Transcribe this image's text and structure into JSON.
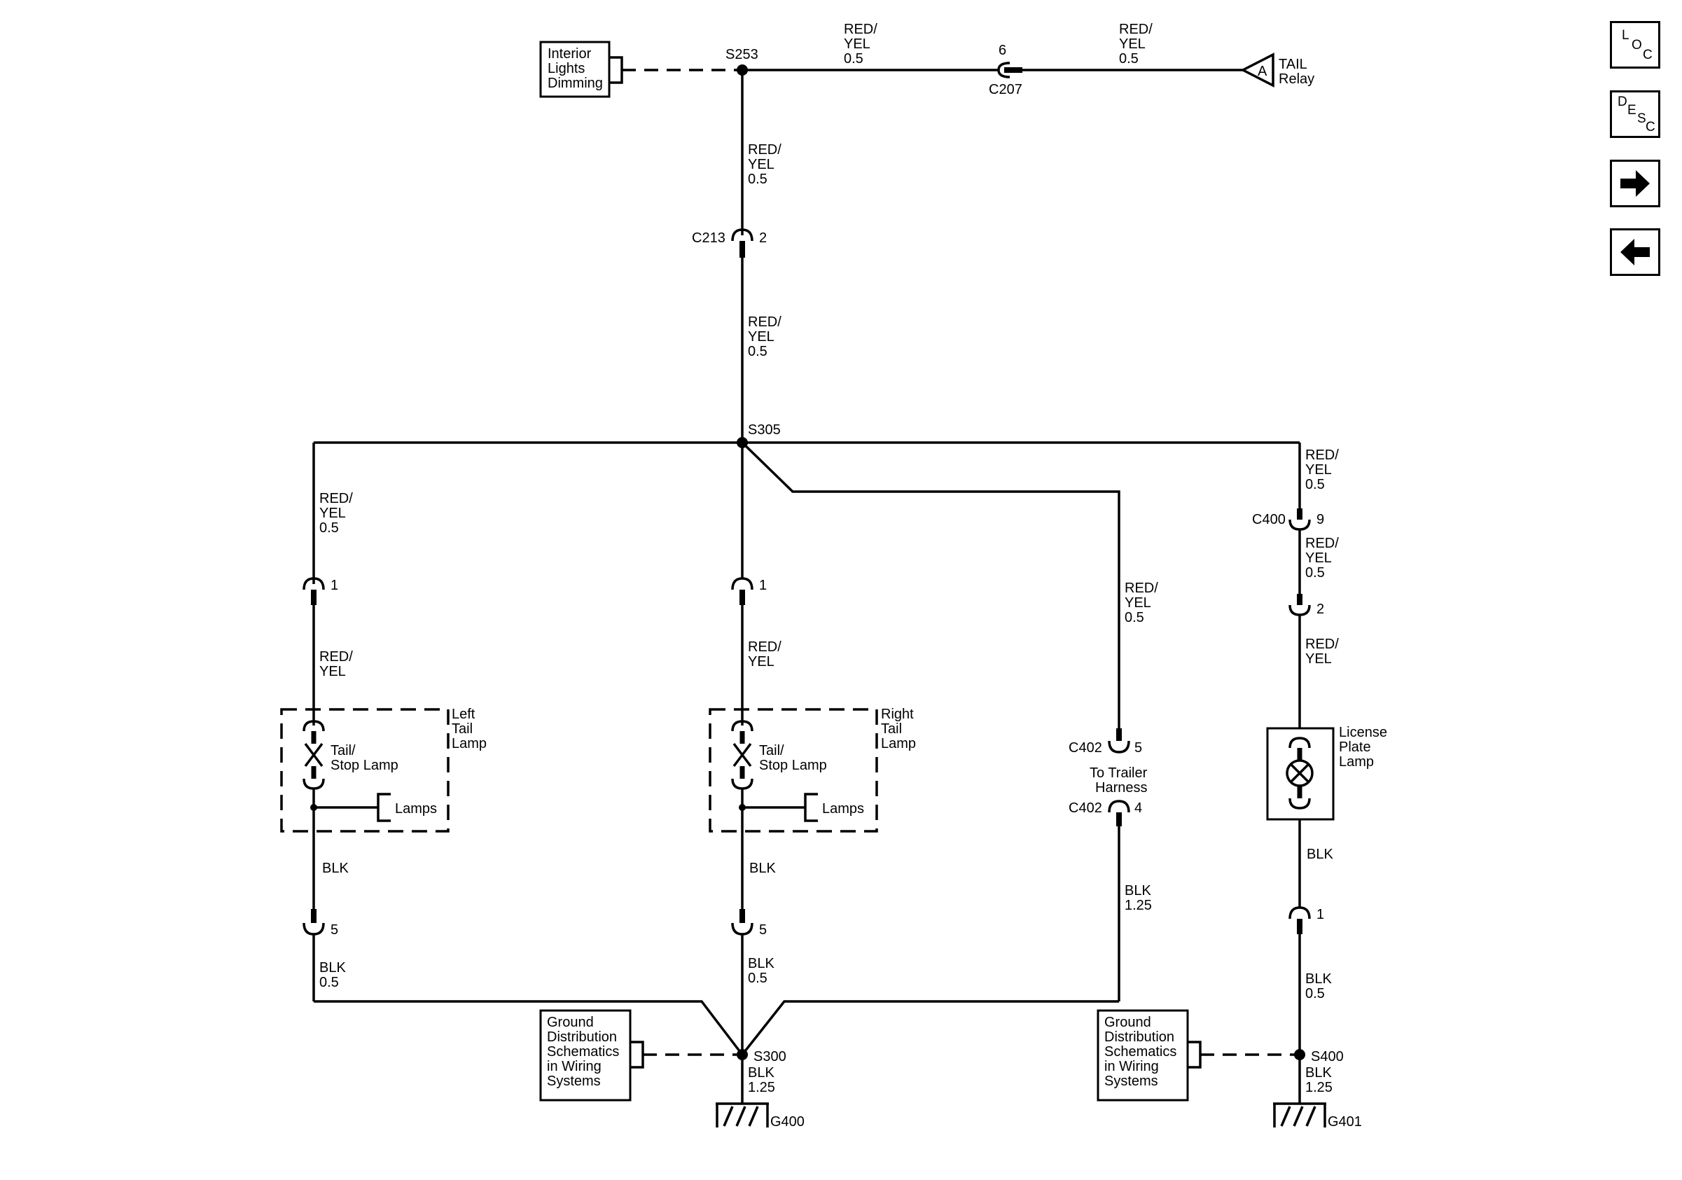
{
  "components": {
    "interior_lights_dimming": [
      "Interior",
      "Lights",
      "Dimming"
    ],
    "tail_relay": [
      "TAIL",
      "Relay"
    ],
    "tail_relay_pin": "A",
    "left_tail_lamp": [
      "Left",
      "Tail",
      "Lamp"
    ],
    "right_tail_lamp": [
      "Right",
      "Tail",
      "Lamp"
    ],
    "tail_stop_lamp": [
      "Tail/",
      "Stop Lamp"
    ],
    "lamps": "Lamps",
    "license_plate_lamp": [
      "License",
      "Plate",
      "Lamp"
    ],
    "to_trailer_harness": [
      "To Trailer",
      "Harness"
    ],
    "ground_distribution": [
      "Ground",
      "Distribution",
      "Schematics",
      "in Wiring",
      "Systems"
    ]
  },
  "splices": {
    "s253": "S253",
    "s305": "S305",
    "s300": "S300",
    "s400": "S400"
  },
  "grounds": {
    "g400": "G400",
    "g401": "G401"
  },
  "connectors": {
    "c207": "C207",
    "c207_pin": "6",
    "c213": "C213",
    "c213_pin": "2",
    "c400": "C400",
    "c400_pin": "9",
    "c400_pin2": "2",
    "c402": "C402",
    "c402_pin_a": "5",
    "c402_pin_b": "4",
    "left_pin_1": "1",
    "left_pin_5": "5",
    "mid_pin_1": "1",
    "mid_pin_5": "5",
    "lic_pin_1": "1"
  },
  "wires": {
    "red_yel_05": [
      "RED/",
      "YEL",
      "0.5"
    ],
    "red_yel": [
      "RED/",
      "YEL"
    ],
    "blk": "BLK",
    "blk_05": [
      "BLK",
      "0.5"
    ],
    "blk_125": [
      "BLK",
      "1.25"
    ]
  },
  "nav": {
    "loc": [
      "L",
      "O",
      "C"
    ],
    "desc": [
      "D",
      "E",
      "S",
      "C"
    ],
    "forward_icon": "arrow-right",
    "back_icon": "arrow-left"
  }
}
